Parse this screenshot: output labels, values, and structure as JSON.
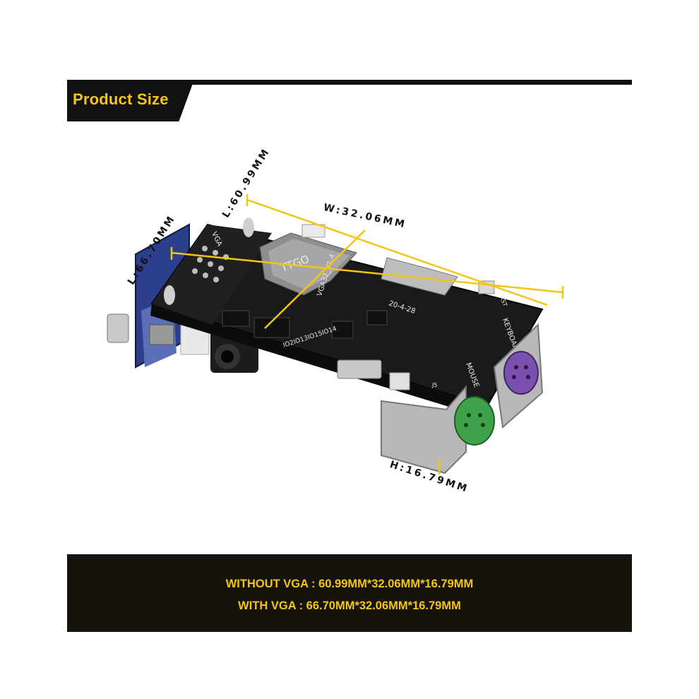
{
  "header": {
    "title": "Product Size"
  },
  "board": {
    "chip_brand": "TTGO",
    "board_label": "VGA32_V1.4",
    "date_code": "20-4-28",
    "port_vga": "VGA",
    "port_keyboard": "KEYBOARD",
    "port_mouse": "MOUSE",
    "rst_label": "RST",
    "gpio_label": "IO2IO13IO15IO14",
    "jack_label": "J5"
  },
  "dimensions": {
    "length_vga": "L:66.70MM",
    "length": "L:60.99MM",
    "width": "W:32.06MM",
    "height": "H:16.79MM"
  },
  "specs": {
    "without_vga": "WITHOUT VGA : 60.99MM*32.06MM*16.79MM",
    "with_vga": "WITH VGA : 66.70MM*32.06MM*16.79MM"
  },
  "colors": {
    "accent": "#f3c613",
    "bar": "#111111",
    "board": "#1a1a1a",
    "mouse_port": "#3fa24a",
    "keyboard_port": "#7a4fb0"
  }
}
